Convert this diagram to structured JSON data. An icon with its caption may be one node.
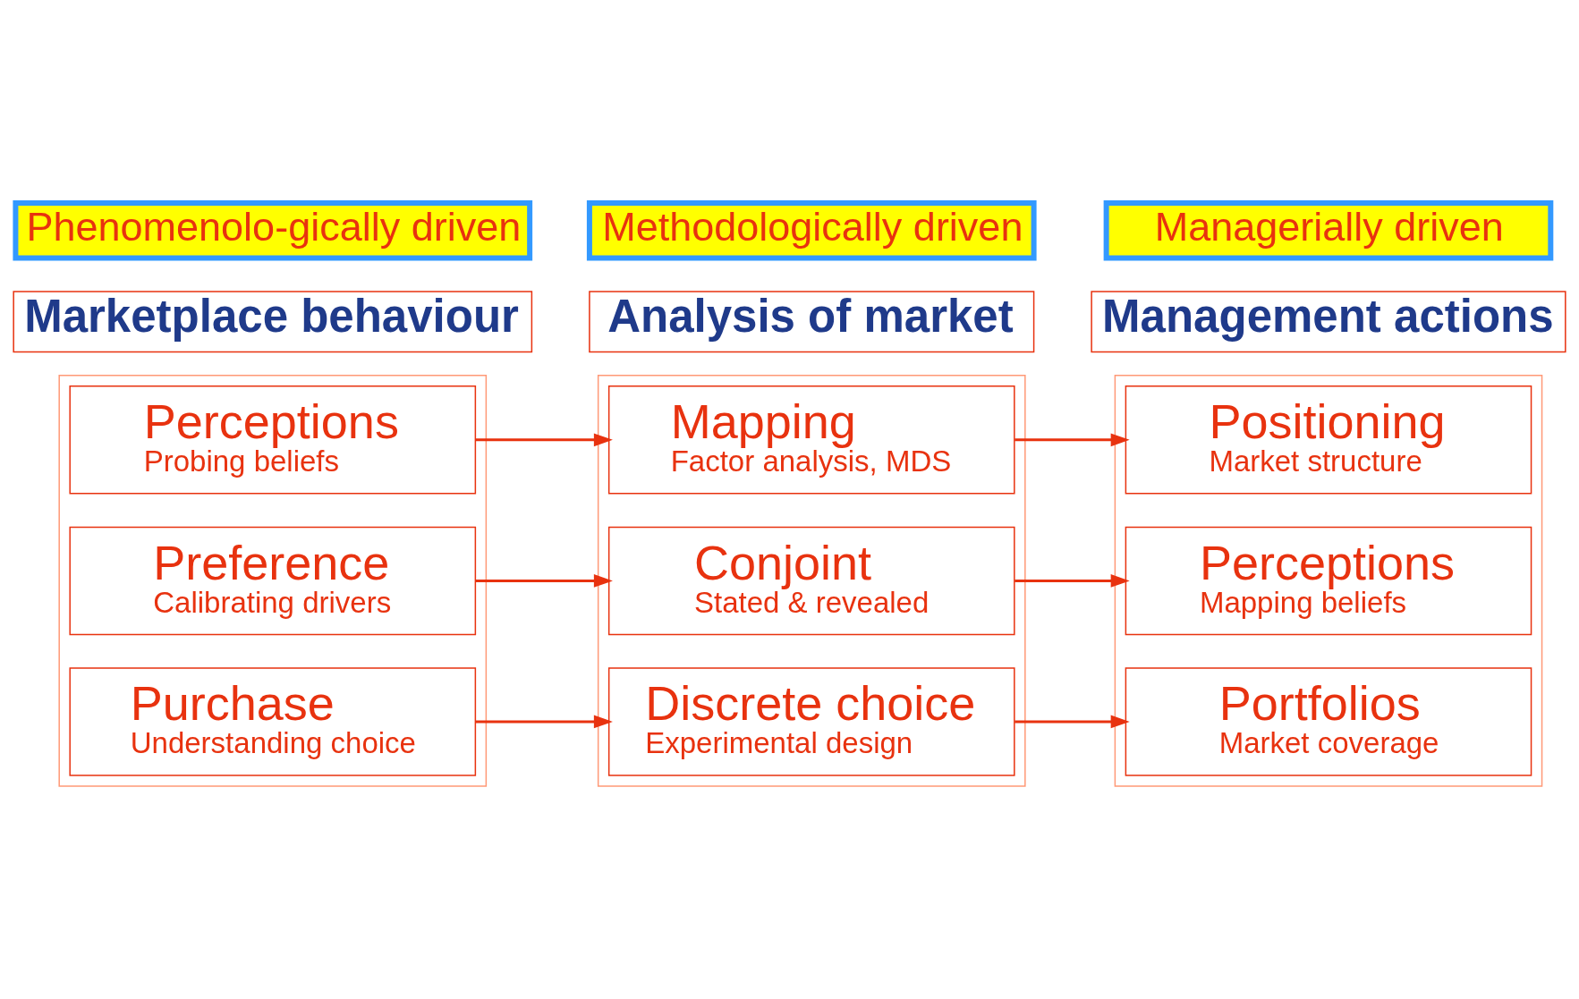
{
  "diagram": {
    "nodes": [
      {
        "text": [
          "Phenomenolo-gically driven"
        ]
      },
      {
        "text": [
          "Methodologically driven"
        ]
      },
      {
        "text": [
          "Managerially driven"
        ]
      },
      {
        "text": [
          "Marketplace behaviour"
        ]
      },
      {
        "text": [
          "Analysis of market"
        ]
      },
      {
        "text": [
          "Management actions"
        ]
      },
      {
        "text": [],
        "shape": "box"
      },
      {
        "text": [
          "Perceptions",
          "Probing beliefs"
        ],
        "in": 6
      },
      {
        "text": [
          "Preference",
          "Calibrating drivers"
        ],
        "in": 6
      },
      {
        "text": [
          "Purchase",
          "Understanding choice"
        ],
        "in": 6
      },
      {
        "text": [],
        "shape": "box"
      },
      {
        "text": [
          "Mapping",
          "Factor analysis, MDS"
        ],
        "in": 10
      },
      {
        "text": [
          "Conjoint",
          "Stated & revealed"
        ],
        "in": 10
      },
      {
        "text": [
          "Discrete choice",
          "Experimental design"
        ],
        "in": 10
      },
      {
        "text": [],
        "shape": "box"
      },
      {
        "text": [
          "Positioning",
          "Market structure"
        ],
        "in": 14
      },
      {
        "text": [
          "Perceptions",
          "Mapping beliefs"
        ],
        "in": 14
      },
      {
        "text": [
          "Portfolios",
          "Market coverage"
        ],
        "in": 14
      }
    ],
    "edges": [
      {
        "from": 7,
        "to": 11,
        "arrow": "to"
      },
      {
        "from": 8,
        "to": 12,
        "arrow": "to"
      },
      {
        "from": 9,
        "to": 13,
        "arrow": "to"
      },
      {
        "from": 11,
        "to": 15,
        "arrow": "to"
      },
      {
        "from": 12,
        "to": 16,
        "arrow": "to"
      },
      {
        "from": 13,
        "to": 17,
        "arrow": "to"
      }
    ]
  }
}
